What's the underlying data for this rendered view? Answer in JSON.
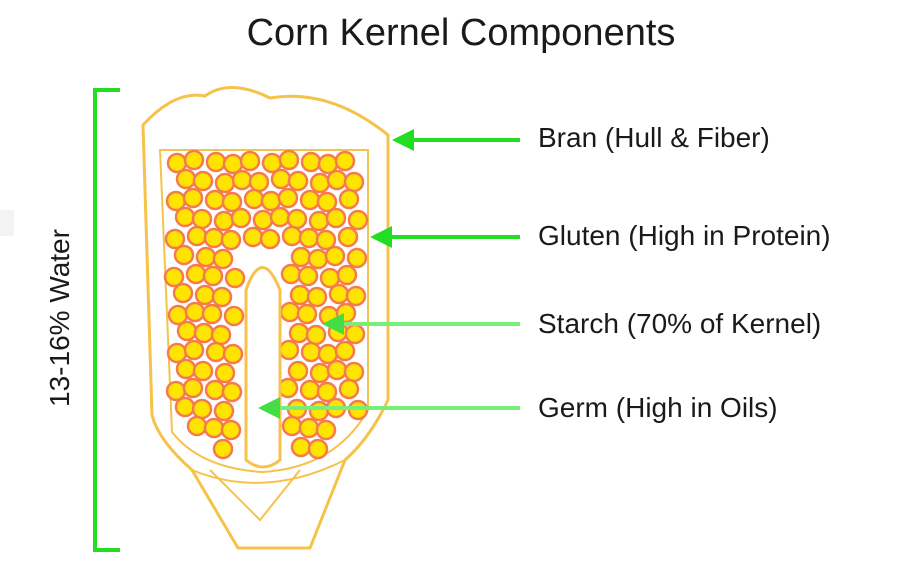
{
  "title": "Corn Kernel Components",
  "water_label": "13-16% Water",
  "labels": {
    "bran": "Bran (Hull & Fiber)",
    "gluten": "Gluten (High in Protein)",
    "starch": "Starch (70% of Kernel)",
    "germ": "Germ (High in Oils)"
  },
  "colors": {
    "arrow": "#22dd22",
    "arrow_light": "#77ee77",
    "kernel_outline": "#f5c24a",
    "granule_fill": "#ffe400",
    "granule_ring": "#f57a50",
    "bracket": "#22dd22"
  }
}
